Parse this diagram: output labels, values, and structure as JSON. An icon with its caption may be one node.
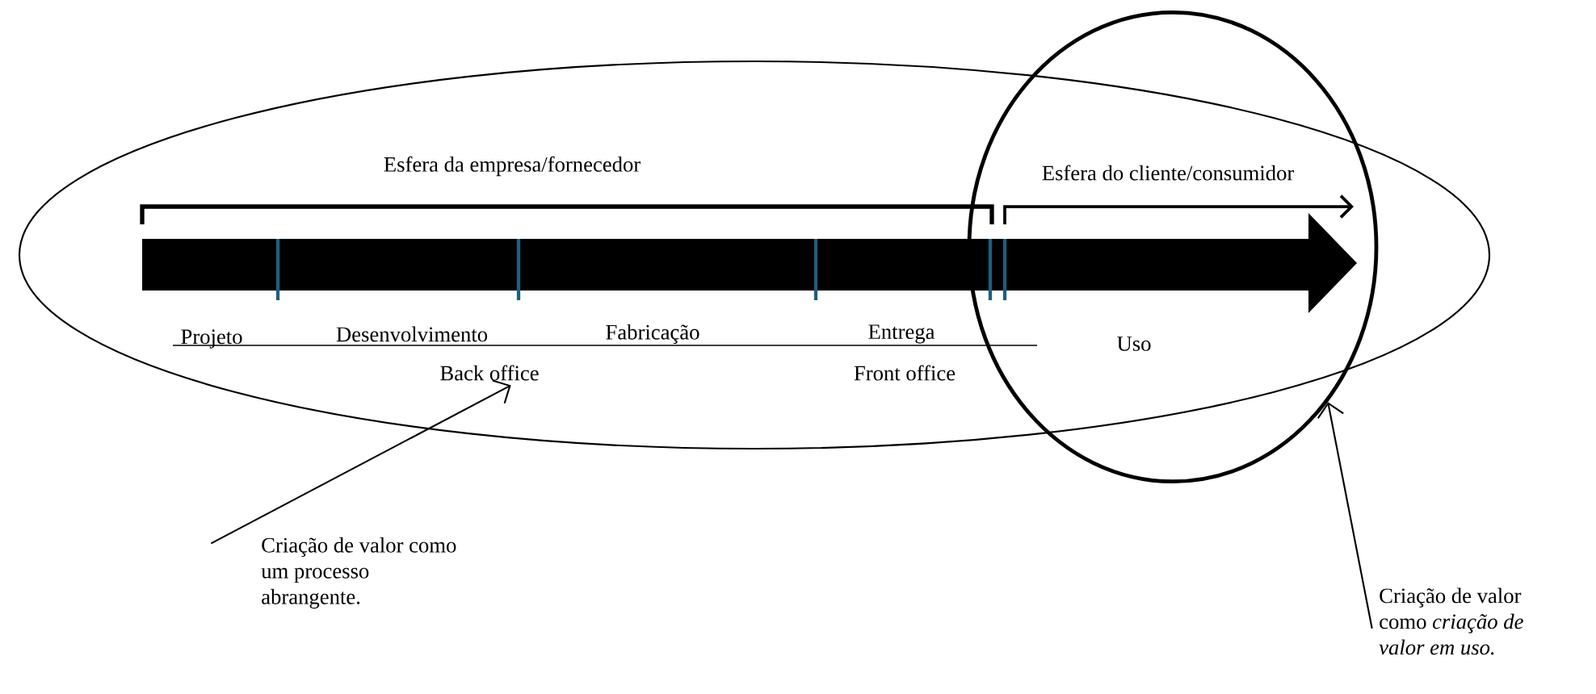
{
  "diagram": {
    "nodes": [
      {
        "text": [
          "Back office"
        ]
      },
      {
        "text": [
          "Criação de valor como um processo abrangente."
        ]
      },
      {
        "text": [],
        "shape": "circle"
      },
      {
        "text": [
          "Criação de valor como *criação de valor em uso.*"
        ]
      }
    ],
    "edges": [
      {
        "from": 1,
        "to": 0,
        "arrow": "to"
      },
      {
        "from": 3,
        "to": 2,
        "arrow": "to"
      }
    ],
    "labels": [
      "Esfera da empresa/fornecedor",
      "Esfera do cliente/consumidor",
      "Projeto",
      "Desenvolvimento",
      "Fabricação",
      "Entrega",
      "Uso",
      "Front office"
    ]
  }
}
